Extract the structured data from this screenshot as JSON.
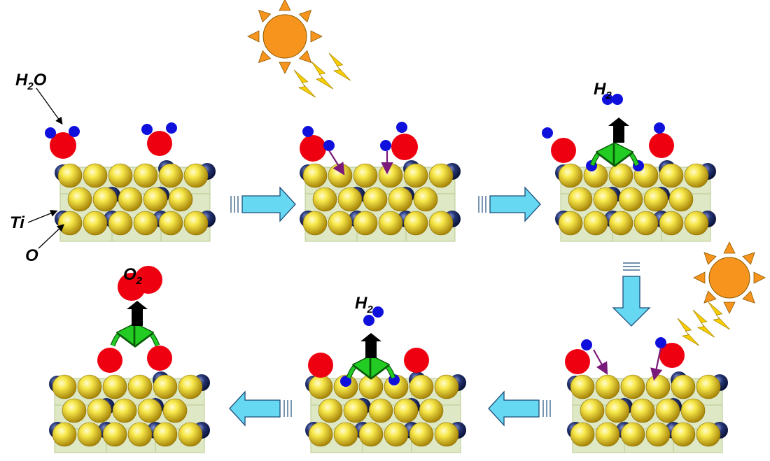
{
  "labels": {
    "water": {
      "main": "H",
      "sub": "2",
      "tail": "O"
    },
    "titanium": "Ti",
    "oxygen": "O",
    "hydrogen_1": {
      "main": "H",
      "sub": "2"
    },
    "hydrogen_2": {
      "main": "H",
      "sub": "2"
    },
    "dioxygen": {
      "main": "O",
      "sub": "2"
    }
  },
  "colors": {
    "surface_oxygen": "#e8d22a",
    "titanium_atom": "#1c2a5e",
    "adsorbed_oxygen": "#ee0010",
    "hydrogen_atom": "#1010dd",
    "process_arrow": "#66d8f2",
    "transfer_arrow": "#22cc22",
    "electron_path": "#7a1a7a",
    "sun": "#f7941d",
    "lightning": "#f8d000",
    "desorption_arrow": "#000000"
  },
  "icons": [
    "sun-icon",
    "lightning-icon",
    "process-arrow",
    "electron-arrow",
    "transfer-arrow",
    "desorption-arrow"
  ]
}
